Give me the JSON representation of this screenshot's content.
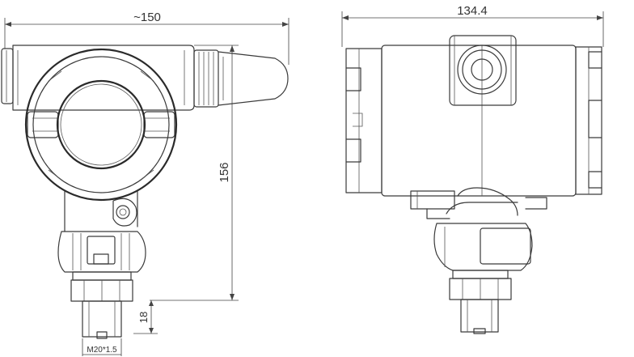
{
  "dimensions": {
    "front_width": "~150",
    "front_height": "156",
    "thread_length": "18",
    "thread_spec": "M20*1.5",
    "side_width": "134.4"
  }
}
